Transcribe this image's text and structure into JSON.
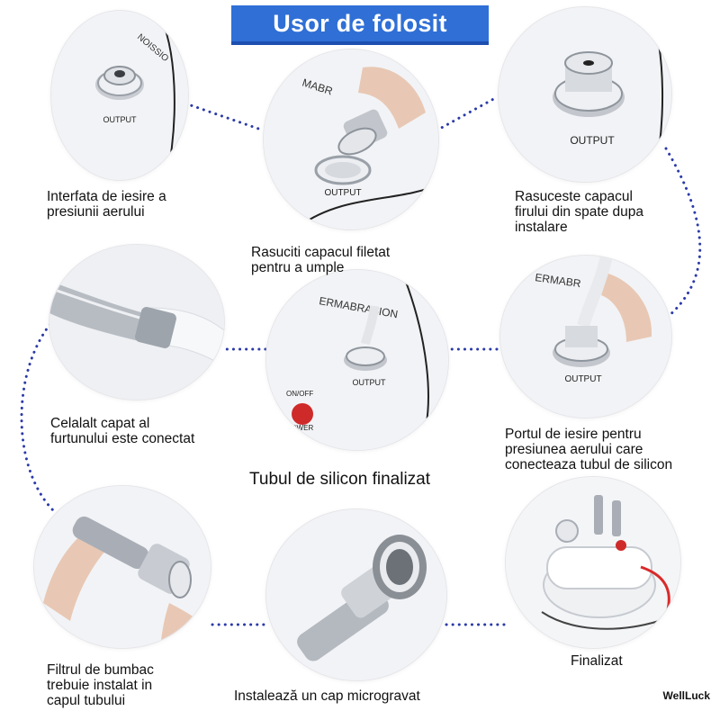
{
  "title": "Usor de folosit",
  "brand": "WellLuck",
  "accent_color": "#2f6fd6",
  "connector_color": "#2b3aa8",
  "steps": [
    {
      "lines": [
        "Interfata de iesire a",
        "presiunii aerului"
      ],
      "photo_text": [
        "OUTPUT",
        "NOISSIO"
      ]
    },
    {
      "lines": [
        "Rasuciti capacul filetat",
        "pentru a umple"
      ],
      "photo_text": [
        "OUTPUT",
        "MABR"
      ]
    },
    {
      "lines": [
        "Rasuceste capacul",
        "firului din spate dupa",
        "instalare"
      ],
      "photo_text": [
        "OUTPUT"
      ]
    },
    {
      "lines": [
        "Portul de iesire pentru",
        "presiunea aerului care",
        "conecteaza tubul de silicon"
      ],
      "photo_text": [
        "OUTPUT",
        "ERMABR"
      ]
    },
    {
      "lines": [
        "Tubul de silicon finalizat"
      ],
      "photo_text": [
        "OUTPUT",
        "ERMABRASION",
        "ON/OFF",
        "POWER"
      ]
    },
    {
      "lines": [
        "Celalalt capat al",
        "furtunului este conectat"
      ],
      "photo_text": []
    },
    {
      "lines": [
        "Filtrul de bumbac",
        "trebuie instalat in",
        "capul tubului"
      ],
      "photo_text": []
    },
    {
      "lines": [
        "Instalează un cap microgravat"
      ],
      "photo_text": []
    },
    {
      "lines": [
        "Finalizat"
      ],
      "photo_text": []
    }
  ]
}
